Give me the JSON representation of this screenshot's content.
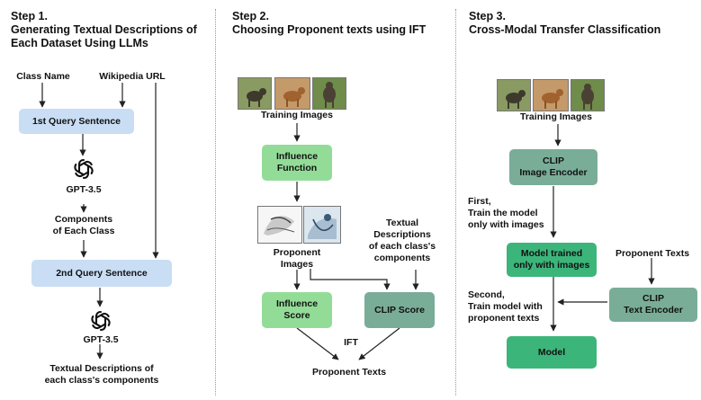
{
  "step1": {
    "number": "Step 1.",
    "title_line1": "Generating Textual Descriptions of",
    "title_line2": "Each Dataset Using LLMs",
    "class_name": "Class Name",
    "wikipedia_url": "Wikipedia URL",
    "query1": "1st Query Sentence",
    "gpt_a": "GPT-3.5",
    "components_line1": "Components",
    "components_line2": "of Each Class",
    "query2": "2nd Query Sentence",
    "gpt_b": "GPT-3.5",
    "output_line1": "Textual Descriptions of",
    "output_line2": "each class's components"
  },
  "step2": {
    "number": "Step 2.",
    "title": "Choosing Proponent texts using IFT",
    "training_images": "Training Images",
    "influence_function_line1": "Influence",
    "influence_function_line2": "Function",
    "proponent_images_line1": "Proponent",
    "proponent_images_line2": "Images",
    "textual_line1": "Textual",
    "textual_line2": "Descriptions",
    "textual_line3": "of each class's",
    "textual_line4": "components",
    "influence_score_line1": "Influence",
    "influence_score_line2": "Score",
    "clip_score": "CLIP Score",
    "ift": "IFT",
    "proponent_texts": "Proponent Texts"
  },
  "step3": {
    "number": "Step 3.",
    "title": "Cross-Modal Transfer Classification",
    "training_images": "Training Images",
    "clip_image_line1": "CLIP",
    "clip_image_line2": "Image Encoder",
    "first_line1": "First,",
    "first_line2": "Train the model",
    "first_line3": "only with images",
    "trained_line1": "Model trained",
    "trained_line2": "only with images",
    "proponent_texts": "Proponent Texts",
    "second_line1": "Second,",
    "second_line2": "Train model with",
    "second_line3": "proponent texts",
    "clip_text_line1": "CLIP",
    "clip_text_line2": "Text Encoder",
    "model": "Model"
  },
  "colors": {
    "query_box": "#c9def4",
    "light_green": "#93dc98",
    "sage_green": "#79ad98",
    "dark_green": "#3cb57a"
  },
  "icons": [
    "openai-logo-icon",
    "animal-photo-thumbnail",
    "scatter-plot-thumbnail"
  ]
}
